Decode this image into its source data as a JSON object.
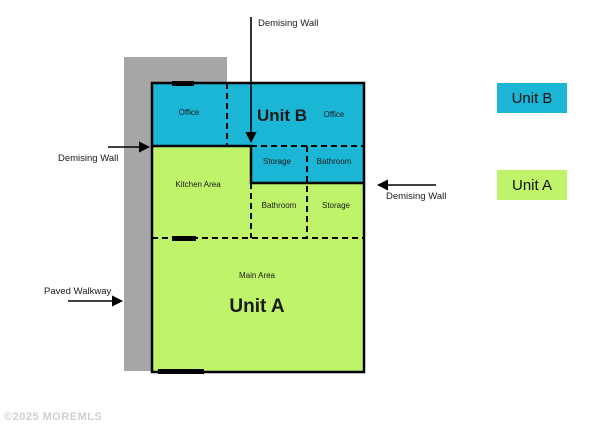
{
  "colors": {
    "unit_b": "#1bb6d6",
    "unit_a": "#bff36a",
    "walkway": "#a6a6a6",
    "wall": "#000000"
  },
  "annotations": {
    "demising_wall_top": "Demising Wall",
    "demising_wall_left": "Demising Wall",
    "demising_wall_right": "Demising Wall",
    "paved_walkway": "Paved Walkway"
  },
  "rooms": {
    "office_left": "Office",
    "office_right": "Office",
    "unit_b": "Unit B",
    "storage_b": "Storage",
    "bathroom_b": "Bathroom",
    "kitchen_area": "Kitchen Area",
    "bathroom_a": "Bathroom",
    "storage_a": "Storage",
    "main_area": "Main Area",
    "unit_a": "Unit A"
  },
  "legend": {
    "unit_b": "Unit B",
    "unit_a": "Unit A"
  },
  "watermark": "©2025 MOREMLS"
}
